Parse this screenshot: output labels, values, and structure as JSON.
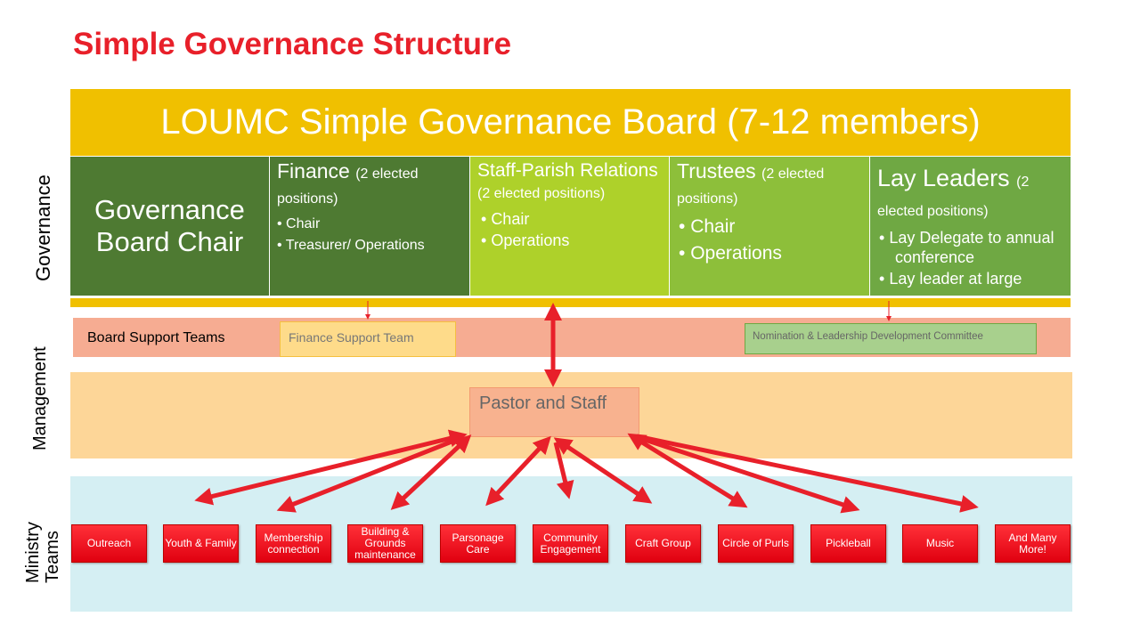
{
  "title": "Simple Governance Structure",
  "board": "LOUMC Simple Governance Board (7-12 members)",
  "side_labels": {
    "governance": "Governance",
    "management": "Management",
    "ministry_1": "Ministry",
    "ministry_2": "Teams"
  },
  "chair": {
    "line1": "Governance",
    "line2": "Board Chair"
  },
  "committees": [
    {
      "name": "Finance",
      "note": "(2 elected positions)",
      "items": [
        "Chair",
        "Treasurer/ Operations"
      ],
      "color": "#4e7a32"
    },
    {
      "name": "Staff-Parish Relations",
      "note": "(2 elected positions)",
      "items": [
        "Chair",
        "Operations"
      ],
      "color": "#aed12a"
    },
    {
      "name": "Trustees",
      "note": "(2 elected positions)",
      "items": [
        "Chair",
        "Operations"
      ],
      "color": "#8dbf3a"
    },
    {
      "name": "Lay Leaders",
      "note": "(2 elected positions)",
      "items": [
        "Lay Delegate to annual conference",
        "Lay leader at large"
      ],
      "color": "#6fa843"
    }
  ],
  "board_support": {
    "label": "Board Support Teams",
    "finance_team": "Finance Support Team",
    "nomination": "Nomination & Leadership Development Committee"
  },
  "pastor": "Pastor and Staff",
  "teams": [
    "Outreach",
    "Youth & Family",
    "Membership connection",
    "Building & Grounds maintenance",
    "Parsonage Care",
    "Community Engagement",
    "Craft  Group",
    "Circle of Purls",
    "Pickleball",
    "Music",
    "And Many More!"
  ]
}
